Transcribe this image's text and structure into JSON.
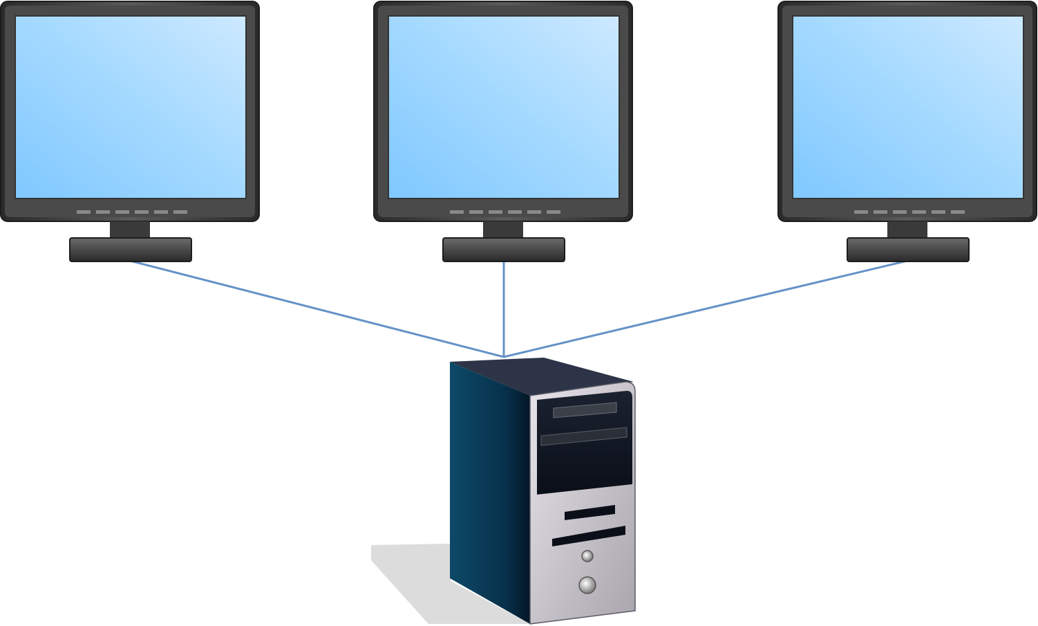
{
  "diagram": {
    "nodes": [
      {
        "id": "monitor-left",
        "kind": "monitor"
      },
      {
        "id": "monitor-center",
        "kind": "monitor"
      },
      {
        "id": "monitor-right",
        "kind": "monitor"
      },
      {
        "id": "tower",
        "kind": "computer-tower"
      }
    ],
    "edges": [
      {
        "from": "monitor-left",
        "to": "tower"
      },
      {
        "from": "monitor-center",
        "to": "tower"
      },
      {
        "from": "monitor-right",
        "to": "tower"
      }
    ]
  },
  "colors": {
    "connection": "#6592c7",
    "screen_light": "#cde9ff",
    "screen_dark": "#7fc8ff",
    "bezel": "#4d4d4d",
    "bezel_dark": "#262626",
    "tower_side": "#0a3a55",
    "tower_top": "#2d3447",
    "tower_front": "#c9c4ca",
    "shadow": "#dcdcdc"
  }
}
